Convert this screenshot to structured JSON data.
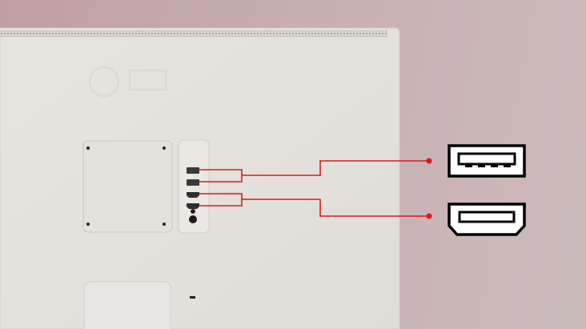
{
  "scene": {
    "subject": "monitor-rear-panel",
    "callouts": [
      {
        "icon": "usb-port-icon",
        "ports": 2
      },
      {
        "icon": "hdmi-port-icon",
        "ports": 2
      }
    ]
  },
  "colors": {
    "background": "#c4aaac",
    "monitor_body": "#e5e2de",
    "callout_line": "#e01818",
    "icon_stroke": "#000000",
    "icon_fill": "#ffffff"
  }
}
